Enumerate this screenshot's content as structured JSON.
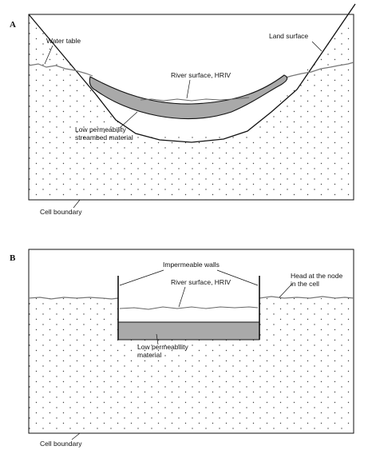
{
  "panel_a": {
    "letter": "A",
    "water_table": "Water table",
    "land_surface": "Land surface",
    "river_surface": "River surface, HRIV",
    "streambed_line1": "Low permeability",
    "streambed_line2": "streambed material",
    "cell_boundary": "Cell boundary"
  },
  "panel_b": {
    "letter": "B",
    "impermeable_walls": "Impermeable walls",
    "river_surface": "River surface, HRIV",
    "head_line1": "Head at the node",
    "head_line2": "in the cell",
    "material_line1": "Low permeability",
    "material_line2": "material",
    "cell_boundary": "Cell boundary"
  },
  "colors": {
    "streambed_fill": "#a9a9a9",
    "water_table_line": "#777777",
    "stipple": "#444444"
  }
}
